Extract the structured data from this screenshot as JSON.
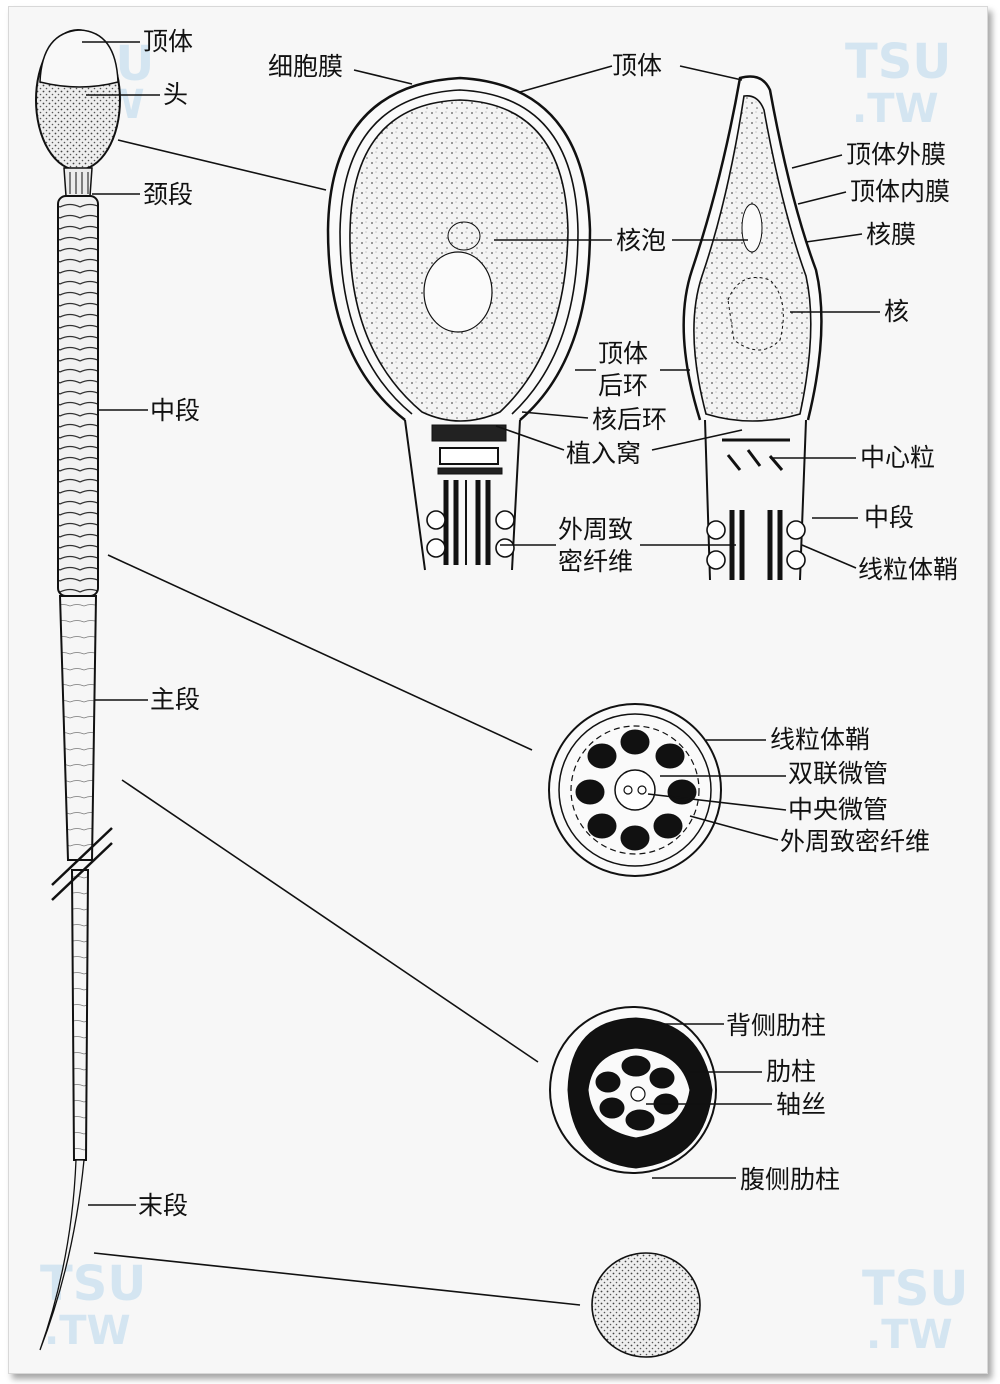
{
  "watermark": {
    "line1": "TSU",
    "line2": ".TW",
    "color": "#cfe3f0"
  },
  "sperm_labels": {
    "acrosome": "顶体",
    "head": "头",
    "neck": "颈段",
    "middle_piece": "中段",
    "principal_piece": "主段",
    "end_piece": "末段"
  },
  "head_section_a": {
    "cell_membrane": "细胞膜",
    "acrosome": "顶体",
    "nuclear_vacuole": "核泡",
    "postacrosomal_ring_1": "顶体",
    "postacrosomal_ring_2": "后环",
    "postnuclear_ring": "核后环",
    "implantation_fossa": "植入窝",
    "outer_dense_fiber_1": "外周致",
    "outer_dense_fiber_2": "密纤维"
  },
  "head_section_b": {
    "outer_acrosomal_membrane": "顶体外膜",
    "inner_acrosomal_membrane": "顶体内膜",
    "nuclear_envelope": "核膜",
    "nucleus": "核",
    "centriole": "中心粒",
    "middle_piece": "中段",
    "mitochondrial_sheath": "线粒体鞘"
  },
  "cross_section_middle": {
    "mitochondrial_sheath": "线粒体鞘",
    "doublet_microtubules": "双联微管",
    "central_microtubules": "中央微管",
    "outer_dense_fibers": "外周致密纤维"
  },
  "cross_section_principal": {
    "dorsal_column": "背侧肋柱",
    "rib": "肋柱",
    "axoneme": "轴丝",
    "ventral_column": "腹侧肋柱"
  }
}
